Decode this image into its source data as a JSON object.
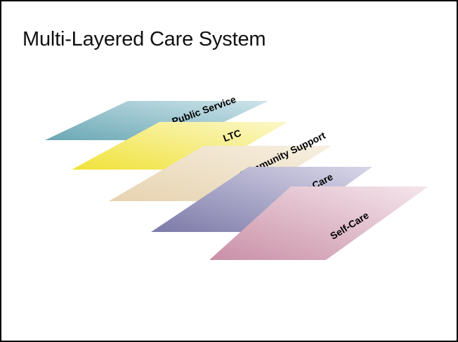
{
  "slide": {
    "title": "Multi-Layered Care System"
  },
  "layers": [
    {
      "label": "Public Service",
      "color_a": "#cde3ea",
      "color_b": "#6aa8b4"
    },
    {
      "label": "LTC",
      "color_a": "#fbf7c8",
      "color_b": "#f0e23a"
    },
    {
      "label": "Community Support",
      "color_a": "#f6efe0",
      "color_b": "#e7d3b0"
    },
    {
      "label": "Family Care",
      "color_a": "#d8d6e8",
      "color_b": "#7c7aa8"
    },
    {
      "label": "Self-Care",
      "color_a": "#f5e6ec",
      "color_b": "#c98fa6"
    }
  ]
}
